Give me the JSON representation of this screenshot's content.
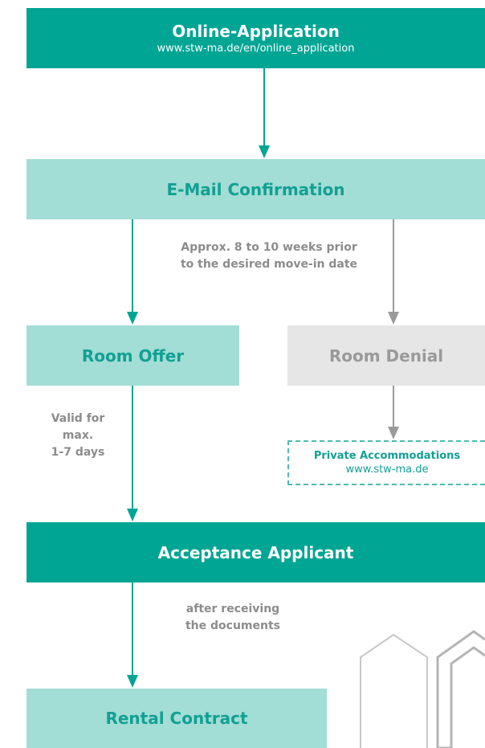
{
  "colors": {
    "dark_teal": "#00a594",
    "light_teal": "#a2ddd6",
    "teal_text": "#12a093",
    "grey_box": "#e6e6e6",
    "grey_text": "#9a9a9a",
    "note_text": "#8c8c8c"
  },
  "nodes": {
    "online_application": {
      "title": "Online-Application",
      "url": "www.stw-ma.de/en/online_application"
    },
    "email_confirmation": {
      "title": "E-Mail Confirmation"
    },
    "room_offer": {
      "title": "Room Offer"
    },
    "room_denial": {
      "title": "Room Denial"
    },
    "private_accommodations": {
      "title": "Private Accommodations",
      "url": "www.stw-ma.de"
    },
    "acceptance_applicant": {
      "title": "Acceptance Applicant"
    },
    "rental_contract": {
      "title": "Rental Contract"
    }
  },
  "notes": {
    "approx": {
      "line1": "Approx. 8 to 10 weeks prior",
      "line2": "to the desired move-in date"
    },
    "valid": {
      "line1": "Valid for",
      "line2": "max.",
      "line3": "1-7 days"
    },
    "after": {
      "line1": "after receiving",
      "line2": "the documents"
    }
  },
  "decorations": [
    "house-outline-icon",
    "house-outline-icon"
  ]
}
